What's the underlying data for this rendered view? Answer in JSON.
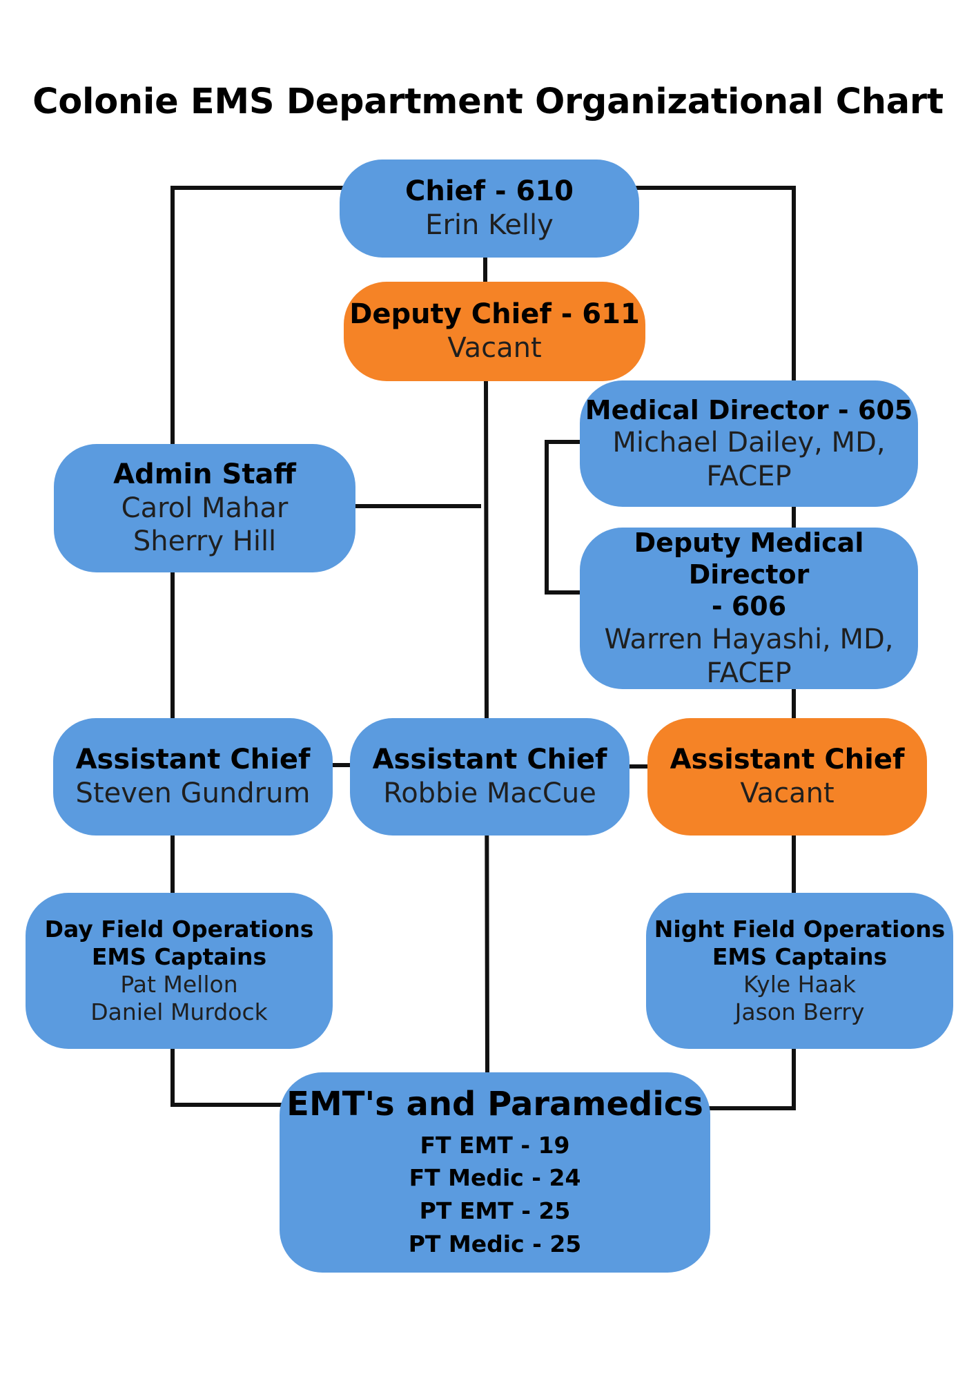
{
  "title": "Colonie EMS Department Organizational Chart",
  "colors": {
    "filled": "#5b9bdf",
    "vacant": "#f58326",
    "line": "#111111"
  },
  "nodes": {
    "chief": {
      "title": "Chief - 610",
      "names": [
        "Erin Kelly"
      ],
      "status": "filled"
    },
    "deputy_chief": {
      "title": "Deputy Chief - 611",
      "names": [
        "Vacant"
      ],
      "status": "vacant"
    },
    "medical_director": {
      "title": "Medical Director - 605",
      "names": [
        "Michael Dailey, MD,",
        "FACEP"
      ],
      "status": "filled"
    },
    "deputy_medical_director": {
      "title_lines": [
        "Deputy Medical Director",
        "- 606"
      ],
      "names": [
        "Warren Hayashi, MD,",
        "FACEP"
      ],
      "status": "filled"
    },
    "admin_staff": {
      "title": "Admin Staff",
      "names": [
        "Carol Mahar",
        "Sherry Hill"
      ],
      "status": "filled"
    },
    "assistant_chief_left": {
      "title": "Assistant Chief",
      "names": [
        "Steven Gundrum"
      ],
      "status": "filled"
    },
    "assistant_chief_center": {
      "title": "Assistant Chief",
      "names": [
        "Robbie MacCue"
      ],
      "status": "filled"
    },
    "assistant_chief_right": {
      "title": "Assistant Chief",
      "names": [
        "Vacant"
      ],
      "status": "vacant"
    },
    "day_captains": {
      "title_lines": [
        "Day Field Operations",
        "EMS Captains"
      ],
      "names": [
        "Pat Mellon",
        "Daniel Murdock"
      ],
      "status": "filled"
    },
    "night_captains": {
      "title_lines": [
        "Night Field Operations",
        "EMS Captains"
      ],
      "names": [
        "Kyle Haak",
        "Jason Berry"
      ],
      "status": "filled"
    },
    "staff": {
      "title": "EMT's and Paramedics",
      "counts": [
        "FT EMT - 19",
        "FT Medic - 24",
        "PT EMT - 25",
        "PT Medic - 25"
      ],
      "status": "filled"
    }
  }
}
